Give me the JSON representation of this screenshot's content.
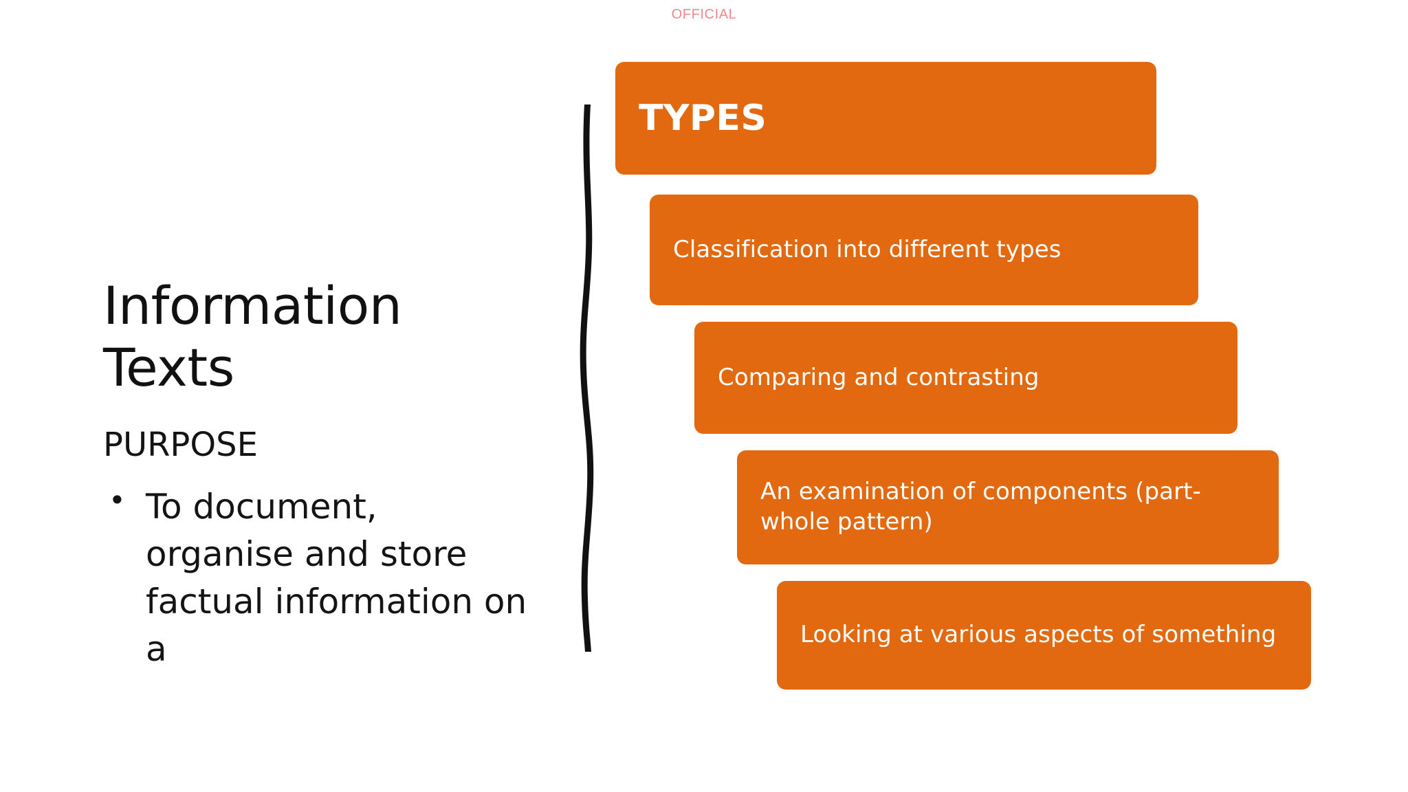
{
  "slide": {
    "classification": "OFFICIAL",
    "background_color": "#FFFFFF",
    "accent_color": "#E2690F",
    "classification_color": "#F4858D"
  },
  "left": {
    "title": "Information Texts",
    "subtitle": "PURPOSE",
    "bullets": [
      "To document, organise and store factual information on a"
    ]
  },
  "diagram": {
    "type": "staircase-process",
    "steps": [
      {
        "label": "TYPES",
        "emphasis": "header"
      },
      {
        "label": "Classification into different types",
        "emphasis": "normal"
      },
      {
        "label": "Comparing and contrasting",
        "emphasis": "normal"
      },
      {
        "label": "An examination of components (part-whole pattern)",
        "emphasis": "normal"
      },
      {
        "label": "Looking at various aspects of something",
        "emphasis": "normal"
      }
    ],
    "connector": "down-arrow"
  }
}
